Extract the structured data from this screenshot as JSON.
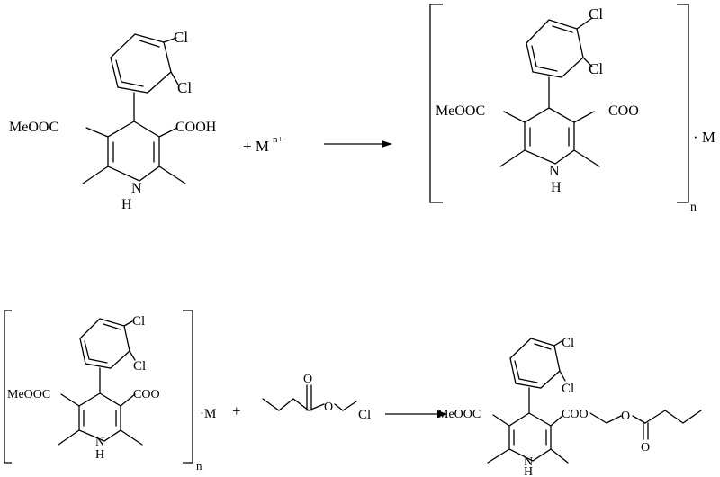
{
  "reaction1": {
    "reactant": {
      "cl_top": "Cl",
      "cl_bottom": "Cl",
      "ester": "MeOOC",
      "acid": "COOH",
      "n": "N",
      "h": "H"
    },
    "plus_metal": "+ M",
    "metal_charge": "n+",
    "product": {
      "cl_top": "Cl",
      "cl_bottom": "Cl",
      "ester": "MeOOC",
      "carboxylate": "COO",
      "n": "N",
      "h": "H",
      "metal": "· M",
      "subscript": "n"
    }
  },
  "reaction2": {
    "salt": {
      "cl_top": "Cl",
      "cl_bottom": "Cl",
      "ester": "MeOOC",
      "carboxylate": "COO",
      "n": "N",
      "h": "H",
      "metal": "·M",
      "subscript": "n"
    },
    "plus": "+",
    "reagent": {
      "o_carbonyl": "O",
      "o_ether": "O",
      "cl": "Cl"
    },
    "product": {
      "cl_top": "Cl",
      "cl_bottom": "Cl",
      "ester": "MeOOC",
      "ester2": "COO",
      "o_ether": "O",
      "o_carbonyl": "O",
      "n": "N",
      "h": "H"
    }
  }
}
